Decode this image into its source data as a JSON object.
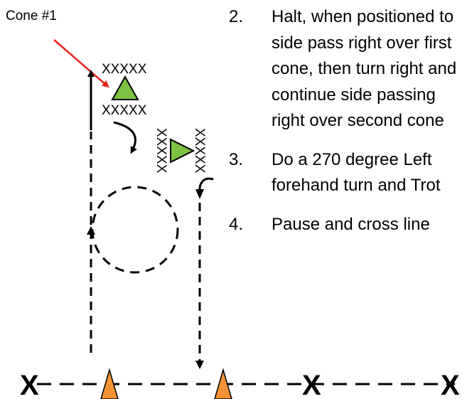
{
  "cone_label": "Cone #1",
  "steps": [
    {
      "number": "2.",
      "text": "Halt, when positioned to side pass right over first cone, then turn right and continue side passing right over second cone"
    },
    {
      "number": "3.",
      "text": "Do a 270 degree Left forehand turn and Trot"
    },
    {
      "number": "4.",
      "text": "Pause and cross line"
    }
  ],
  "markers": {
    "cone1_top": "XXXXX",
    "cone1_bottom": "XXXXX",
    "cone2_left": "XXXXX",
    "cone2_right": "XXXXX",
    "line_x": "X"
  },
  "colors": {
    "green_cone": "#7dc242",
    "orange_cone": "#f39234",
    "pointer_arrow": "#e8221b"
  }
}
